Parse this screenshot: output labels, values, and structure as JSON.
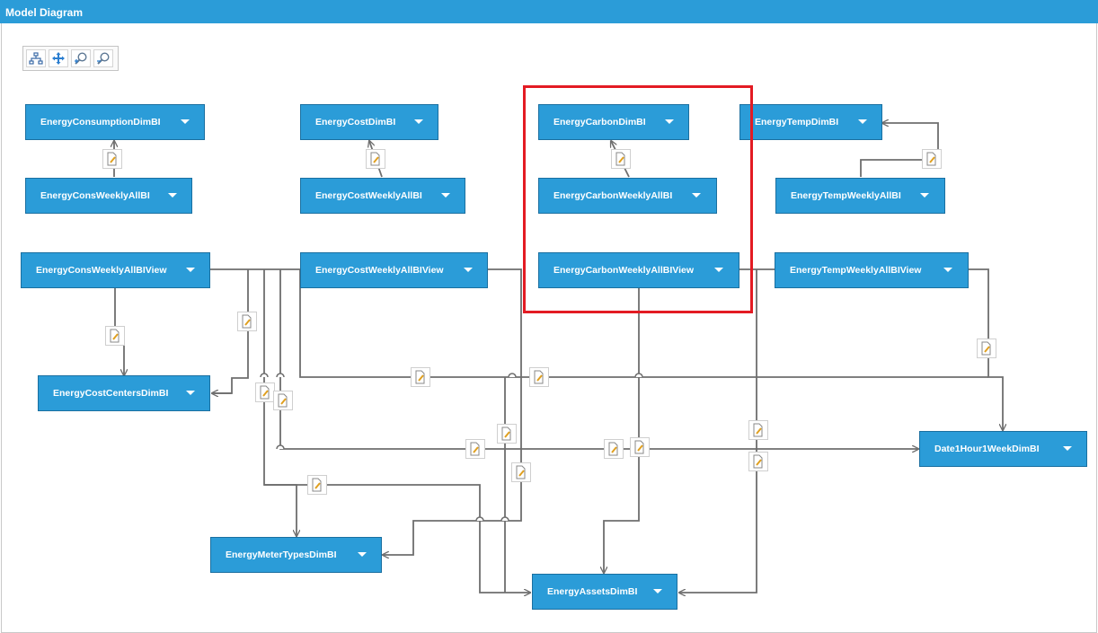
{
  "window": {
    "title": "Model Diagram"
  },
  "toolbar": {
    "buttons": [
      {
        "icon": "hierarchy-layout-icon"
      },
      {
        "icon": "pan-move-icon"
      },
      {
        "icon": "zoom-in-icon"
      },
      {
        "icon": "zoom-out-icon"
      }
    ]
  },
  "nodes": [
    {
      "label": "EnergyConsumptionDimBI"
    },
    {
      "label": "EnergyConsWeeklyAllBI"
    },
    {
      "label": "EnergyCostDimBI"
    },
    {
      "label": "EnergyCostWeeklyAllBI"
    },
    {
      "label": "EnergyCarbonDimBI"
    },
    {
      "label": "EnergyCarbonWeeklyAllBI"
    },
    {
      "label": "EnergyTempDimBI"
    },
    {
      "label": "EnergyTempWeeklyAllBI"
    },
    {
      "label": "EnergyConsWeeklyAllBIView"
    },
    {
      "label": "EnergyCostWeeklyAllBIView"
    },
    {
      "label": "EnergyCarbonWeeklyAllBIView"
    },
    {
      "label": "EnergyTempWeeklyAllBIView"
    },
    {
      "label": "EnergyCostCentersDimBI"
    },
    {
      "label": "Date1Hour1WeekDimBI"
    },
    {
      "label": "EnergyMeterTypesDimBI"
    },
    {
      "label": "EnergyAssetsDimBI"
    }
  ],
  "colors": {
    "titlebar": "#2b9cd8",
    "node_fill": "#2b9cd8",
    "connector": "#6e6e6e",
    "highlight": "#e31b23"
  }
}
